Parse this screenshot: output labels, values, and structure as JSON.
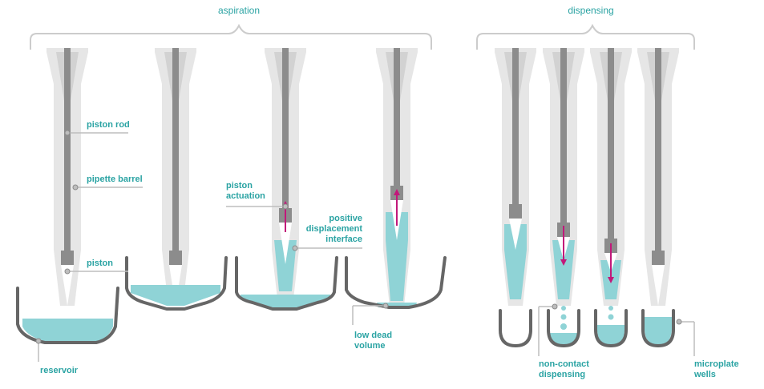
{
  "headers": {
    "aspiration": "aspiration",
    "dispensing": "dispensing"
  },
  "labels": {
    "piston_rod": "piston rod",
    "pipette_barrel": "pipette barrel",
    "piston": "piston",
    "reservoir": "reservoir",
    "piston_actuation_1": "piston",
    "piston_actuation_2": "actuation",
    "pdi_1": "positive",
    "pdi_2": "displacement",
    "pdi_3": "interface",
    "ldv_1": "low dead",
    "ldv_2": "volume",
    "ncd_1": "non-contact",
    "ncd_2": "dispensing",
    "mw_1": "microplate",
    "mw_2": "wells"
  },
  "colors": {
    "teal_text": "#2aa3a3",
    "liquid": "#8fd3d6",
    "barrel": "#e6e6e6",
    "rod": "#8c8c8c",
    "vessel": "#666666",
    "leader": "#bdbdbd",
    "arrow": "#c2187a"
  }
}
